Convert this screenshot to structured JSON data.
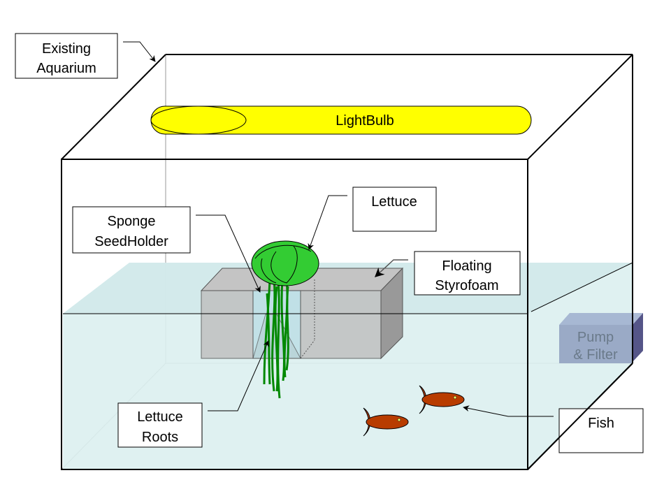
{
  "labels": {
    "aquarium_line1": "Existing",
    "aquarium_line2": "Aquarium",
    "lightbulb": "LightBulb",
    "lettuce": "Lettuce",
    "sponge_line1": "Sponge",
    "sponge_line2": "SeedHolder",
    "styrofoam_line1": "Floating",
    "styrofoam_line2": "Styrofoam",
    "pump_line1": "Pump",
    "pump_line2": "& Filter",
    "roots_line1": "Lettuce",
    "roots_line2": "Roots",
    "fish": "Fish"
  },
  "colors": {
    "water": "#dceff0",
    "bulb": "#ffff00",
    "lettuce": "#33cc33",
    "roots": "#008800",
    "styrofoam": "#c0c0c0",
    "fish": "#b83c00",
    "pump": "#8899bb"
  }
}
